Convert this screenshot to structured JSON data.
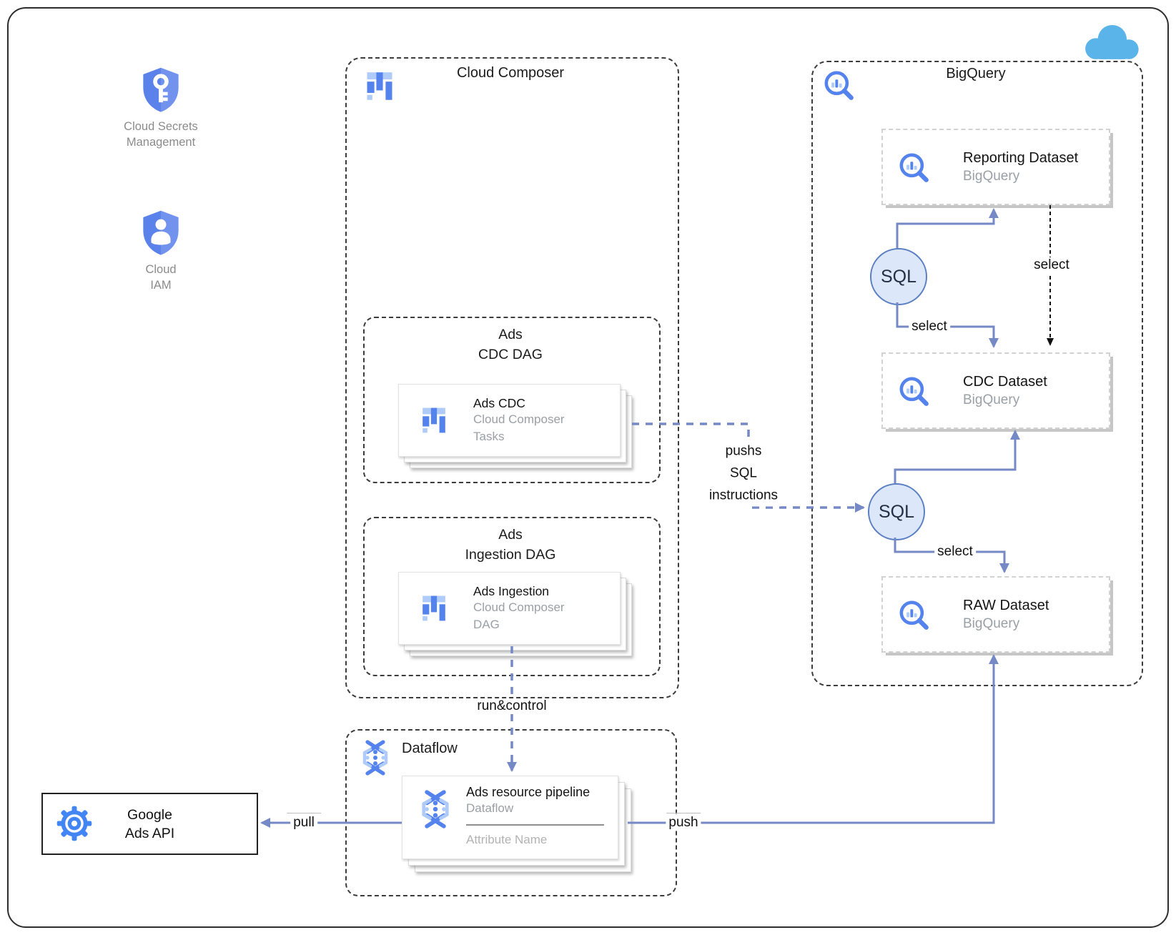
{
  "diagram": {
    "cloud_services": {
      "secrets": {
        "line1": "Cloud Secrets",
        "line2": "Management"
      },
      "iam": {
        "line1": "Cloud",
        "line2": "IAM"
      }
    },
    "composer": {
      "title": "Cloud Composer",
      "cdc_group": {
        "line1": "Ads",
        "line2": "CDC DAG",
        "card": {
          "title": "Ads CDC",
          "sub1": "Cloud Composer",
          "sub2": "Tasks"
        }
      },
      "ingestion_group": {
        "line1": "Ads",
        "line2": "Ingestion DAG",
        "card": {
          "title": "Ads Ingestion",
          "sub1": "Cloud Composer",
          "sub2": "DAG"
        }
      }
    },
    "dataflow": {
      "title": "Dataflow",
      "card": {
        "title": "Ads resource pipeline",
        "sub": "Dataflow",
        "attribute": "Attribute Name"
      }
    },
    "ads_api": {
      "line1": "Google",
      "line2": "Ads API"
    },
    "bigquery": {
      "title": "BigQuery",
      "datasets": [
        {
          "title": "Reporting Dataset",
          "sub": "BigQuery"
        },
        {
          "title": "CDC Dataset",
          "sub": "BigQuery"
        },
        {
          "title": "RAW Dataset",
          "sub": "BigQuery"
        }
      ],
      "sql_nodes": [
        {
          "label": "SQL"
        },
        {
          "label": "SQL"
        }
      ]
    },
    "edges": {
      "select_top": "select",
      "select_direct": "select",
      "select_bottom": "select",
      "pushs": {
        "line1": "pushs",
        "line2": "SQL",
        "line3": "instructions"
      },
      "run_control": "run&control",
      "pull": "pull",
      "push": "push"
    }
  },
  "colors": {
    "blue_med": "#5483ee",
    "blue_light": "#aecbfa",
    "edge_blue": "#7589c6",
    "sql_fill": "#dce8f9",
    "sql_border": "#5a7fc2",
    "cloud_blue": "#5ab4ea",
    "gray_text": "#9aa0a6",
    "shadow_gray": "#c6c6c6",
    "shield_blue": "#5b82ea",
    "gear_blue": "#4285f4"
  }
}
